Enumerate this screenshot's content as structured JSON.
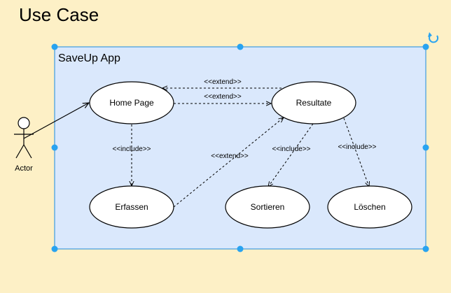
{
  "page": {
    "title": "Use Case"
  },
  "system": {
    "name": "SaveUp App",
    "fill": "#dae8fc",
    "stroke": "#3d9be0"
  },
  "actor": {
    "name": "Actor"
  },
  "use_cases": [
    {
      "id": "home",
      "label": "Home Page"
    },
    {
      "id": "resultate",
      "label": "Resultate"
    },
    {
      "id": "erfassen",
      "label": "Erfassen"
    },
    {
      "id": "sortieren",
      "label": "Sortieren"
    },
    {
      "id": "loeschen",
      "label": "Löschen"
    }
  ],
  "relations": [
    {
      "from": "actor",
      "to": "home",
      "type": "association",
      "label": ""
    },
    {
      "from": "resultate",
      "to": "home",
      "type": "dashed",
      "label": "<<extend>>"
    },
    {
      "from": "home",
      "to": "resultate",
      "type": "dashed",
      "label": "<<extend>>"
    },
    {
      "from": "home",
      "to": "erfassen",
      "type": "dashed",
      "label": "<<include>>"
    },
    {
      "from": "erfassen",
      "to": "resultate",
      "type": "dashed",
      "label": "<<extend>>"
    },
    {
      "from": "resultate",
      "to": "sortieren",
      "type": "dashed",
      "label": "<<include>>"
    },
    {
      "from": "resultate",
      "to": "loeschen",
      "type": "dashed",
      "label": "<<include>>"
    }
  ],
  "colors": {
    "background": "#fdf0c6",
    "handle": "#29a3f0"
  },
  "icons": {
    "rotate": "rotate-icon"
  }
}
